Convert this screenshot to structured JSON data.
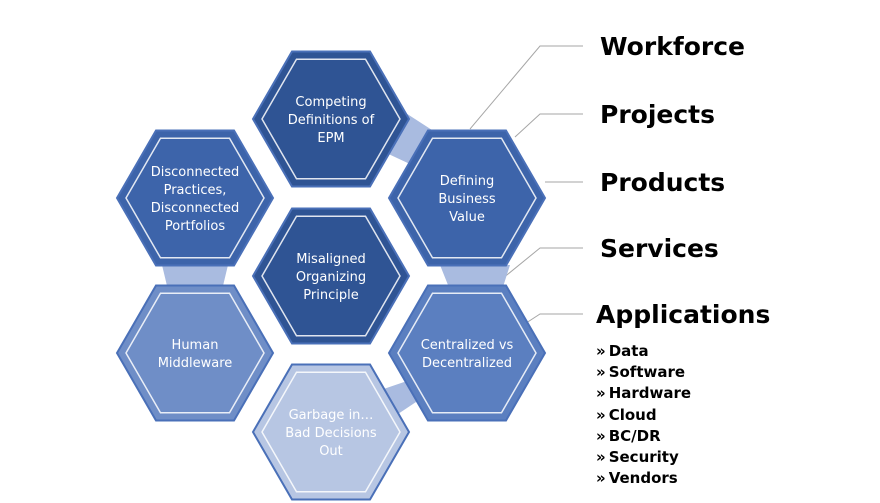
{
  "hexagons": [
    {
      "id": "hex-competing-definitions",
      "lines": [
        "Competing",
        "Definitions of",
        "EPM"
      ],
      "fill": "#2f5494"
    },
    {
      "id": "hex-disconnected-practices",
      "lines": [
        "Disconnected",
        "Practices,",
        "Disconnected",
        "Portfolios"
      ],
      "fill": "#3d64aa"
    },
    {
      "id": "hex-defining-business-value",
      "lines": [
        "Defining",
        "Business",
        "Value"
      ],
      "fill": "#3d64aa"
    },
    {
      "id": "hex-misaligned-principle",
      "lines": [
        "Misaligned",
        "Organizing",
        "Principle"
      ],
      "fill": "#2f5494"
    },
    {
      "id": "hex-human-middleware",
      "lines": [
        "Human",
        "Middleware"
      ],
      "fill": "#6f8ec7"
    },
    {
      "id": "hex-centralized-decentralized",
      "lines": [
        "Centralized vs",
        "Decentralized"
      ],
      "fill": "#5b7fc0"
    },
    {
      "id": "hex-garbage-in",
      "lines": [
        "Garbage in…",
        "Bad Decisions",
        "Out"
      ],
      "fill": "#b7c6e3"
    }
  ],
  "categories": [
    "Workforce",
    "Projects",
    "Products",
    "Services",
    "Applications"
  ],
  "application_items": [
    "Data",
    "Software",
    "Hardware",
    "Cloud",
    "BC/DR",
    "Security",
    "Vendors"
  ],
  "bullet_symbol": "»",
  "colors": {
    "hex_border": "#4a70b8",
    "connector_fill": "#a9bbe0",
    "leader_line": "#a6a6a6"
  }
}
